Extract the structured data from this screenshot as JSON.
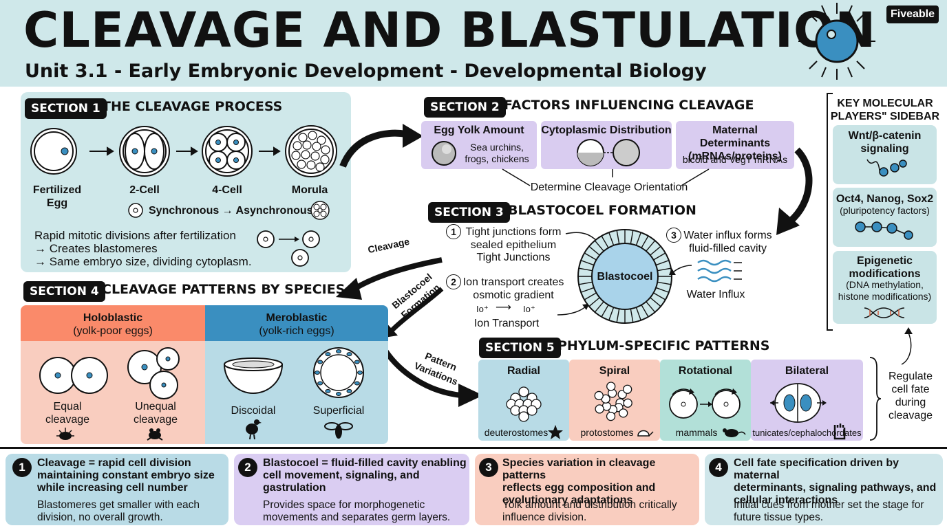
{
  "header": {
    "title": "CLEAVAGE AND BLASTULATION",
    "subtitle": "Unit 3.1 - Early Embryonic Development - Developmental Biology",
    "brand": "Fiveable"
  },
  "section1": {
    "badge": "SECTION 1",
    "title": "THE CLEAVAGE PROCESS",
    "stages": [
      "Fertilized\nEgg",
      "2-Cell",
      "4-Cell",
      "Morula"
    ],
    "sync_from": "Synchronous",
    "sync_to": "Asynchronous",
    "notes": [
      "Rapid mitotic divisions after fertilization",
      "→ Creates blastomeres",
      "→ Same embryo size, dividing cytoplasm."
    ]
  },
  "section2": {
    "badge": "SECTION 2",
    "title": "FACTORS INFLUENCING CLEAVAGE",
    "factors": [
      {
        "title": "Egg Yolk Amount",
        "desc": "Sea urchins,\nfrogs, chickens"
      },
      {
        "title": "Cytoplasmic Distribution",
        "desc": ""
      },
      {
        "title": "Maternal Determinants\n(mRNAs/proteins)",
        "desc": "bicoid and VegT mRNAs"
      }
    ],
    "outcome": "Determine Cleavage Orientation"
  },
  "section3": {
    "badge": "SECTION 3",
    "title": "BLASTOCOEL FORMATION",
    "steps": [
      {
        "num": "1",
        "text": "Tight junctions form\nsealed epithelium",
        "label": "Tight Junctions"
      },
      {
        "num": "2",
        "text": "Ion transport creates\nosmotic gradient",
        "label": "Ion Transport"
      },
      {
        "num": "3",
        "text": "Water influx forms\nfluid-filled cavity",
        "label": "Water Influx"
      }
    ],
    "center_label": "Blastocoel",
    "ion_symbol": "Io⁺"
  },
  "section4": {
    "badge": "SECTION 4",
    "title": "CLEAVAGE PATTERNS BY SPECIES",
    "holoblastic": {
      "title": "Holoblastic",
      "sub": "(yolk-poor eggs)",
      "types": [
        "Equal\ncleavage",
        "Unequal\ncleavage"
      ]
    },
    "meroblastic": {
      "title": "Meroblastic",
      "sub": "(yolk-rich eggs)",
      "types": [
        "Discoidal",
        "Superficial"
      ]
    }
  },
  "section5": {
    "badge": "SECTION 5",
    "title": "PHYLUM-SPECIFIC PATTERNS",
    "patterns": [
      {
        "title": "Radial",
        "example": "deuterostomes"
      },
      {
        "title": "Spiral",
        "example": "protostomes"
      },
      {
        "title": "Rotational",
        "example": "mammals"
      },
      {
        "title": "Bilateral",
        "example": "tunicates/cephalochordates"
      }
    ]
  },
  "arrows": {
    "cleavage": "Cleavage",
    "blastocoel": "Blastocoel\nFormation",
    "pattern": "Pattern\nVariations"
  },
  "sidebar": {
    "title": "KEY MOLECULAR\nPLAYERS\" SIDEBAR",
    "items": [
      {
        "title": "Wnt/β-catenin\nsignaling",
        "sub": ""
      },
      {
        "title": "Oct4, Nanog, Sox2",
        "sub": "(pluripotency factors)"
      },
      {
        "title": "Epigenetic\nmodifications",
        "sub": "(DNA methylation,\nhistone modifications)"
      }
    ],
    "regulate": "Regulate\ncell fate\nduring\ncleavage"
  },
  "facts": [
    {
      "num": "1",
      "head": "Cleavage = rapid cell division\nmaintaining constant embryo size\nwhile increasing cell number",
      "body": "Blastomeres get smaller with each\ndivision, no overall growth.",
      "color": "#b9dbe6"
    },
    {
      "num": "2",
      "head": "Blastocoel = fluid-filled cavity enabling\ncell movement, signaling, and\ngastrulation",
      "body": "Provides space for morphogenetic\nmovements and separates germ layers.",
      "color": "#dacdf2"
    },
    {
      "num": "3",
      "head": "Species variation in cleavage patterns\nreflects egg composition and\nevolutionary adaptations",
      "body": "Yolk amount and distribution critically\ninfluence division.",
      "color": "#f9cdbf"
    },
    {
      "num": "4",
      "head": "Cell fate specification driven by maternal\ndeterminants, signaling pathways, and\ncellular interactions",
      "body": "Initial cues from mother set the stage for\nfuture tissue types.",
      "color": "#cfe6ea"
    }
  ],
  "colors": {
    "teal": "#cfe8ea",
    "blue": "#3a8fc0",
    "lavender": "#d9ccf0",
    "salmon": "#fa8a6a",
    "peach": "#f9cdbf",
    "light_blue": "#b8dbe6"
  }
}
